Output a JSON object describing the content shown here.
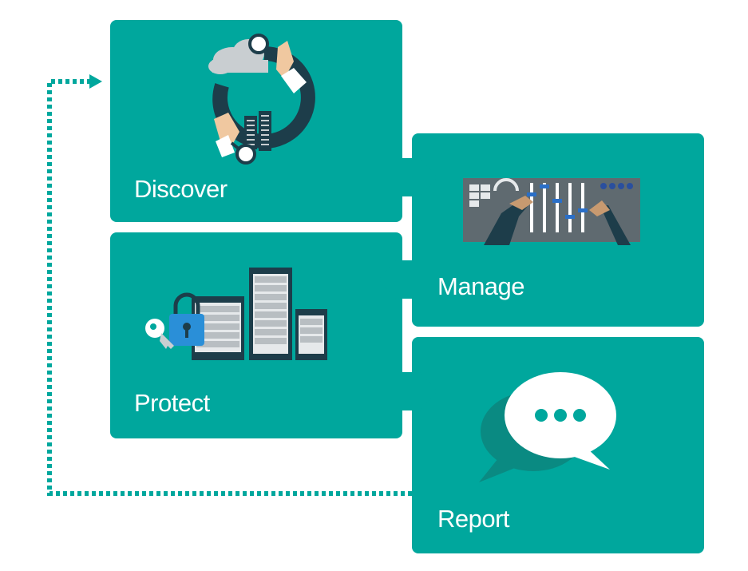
{
  "diagram": {
    "steps": [
      {
        "id": "discover",
        "label": "Discover"
      },
      {
        "id": "manage",
        "label": "Manage"
      },
      {
        "id": "protect",
        "label": "Protect"
      },
      {
        "id": "report",
        "label": "Report"
      }
    ],
    "flow": [
      "discover",
      "manage",
      "protect",
      "report",
      "discover"
    ]
  },
  "colors": {
    "card": "#00a79d",
    "card_dark": "#0a8a82",
    "navy": "#1d3d4a",
    "cloud": "#c9ced1",
    "connector_dashed": "#00a79d"
  },
  "icons": {
    "discover": "cloud-servers-magnifier-icon",
    "manage": "mixing-console-icon",
    "protect": "key-lock-servers-icon",
    "report": "chat-bubbles-icon"
  }
}
